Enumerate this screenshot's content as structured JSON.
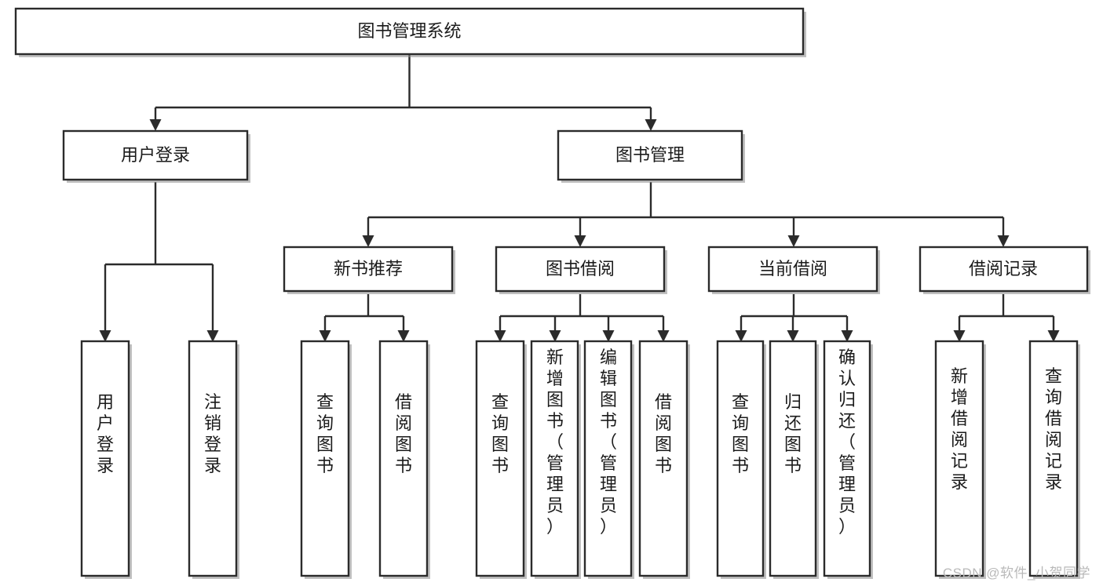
{
  "diagram": {
    "title": "图书管理系统",
    "type": "hierarchy-tree",
    "orientation": "top-down",
    "colors": {
      "box_stroke": "#2b2b2b",
      "box_fill": "#ffffff",
      "connector": "#2b2b2b",
      "shadow": "#8d8d8d",
      "watermark": "#b9b9b9",
      "background": "#ffffff"
    },
    "root": {
      "label": "图书管理系统"
    },
    "level2": [
      {
        "label": "用户登录"
      },
      {
        "label": "图书管理"
      }
    ],
    "level3": [
      {
        "label": "新书推荐"
      },
      {
        "label": "图书借阅"
      },
      {
        "label": "当前借阅"
      },
      {
        "label": "借阅记录"
      }
    ],
    "leaves": {
      "user_login": [
        {
          "label": "用户登录"
        },
        {
          "label": "注销登录"
        }
      ],
      "new_book_recommend": [
        {
          "label": "查询图书"
        },
        {
          "label": "借阅图书"
        }
      ],
      "book_borrow": [
        {
          "label": "查询图书"
        },
        {
          "label": "新增图书（管理员）"
        },
        {
          "label": "编辑图书（管理员）"
        },
        {
          "label": "借阅图书"
        }
      ],
      "current_borrow": [
        {
          "label": "查询图书"
        },
        {
          "label": "归还图书"
        },
        {
          "label": "确认归还（管理员）"
        }
      ],
      "borrow_record": [
        {
          "label": "新增借阅记录"
        },
        {
          "label": "查询借阅记录"
        }
      ]
    }
  },
  "watermark": {
    "text": "CSDN @软件_小贺同学"
  }
}
